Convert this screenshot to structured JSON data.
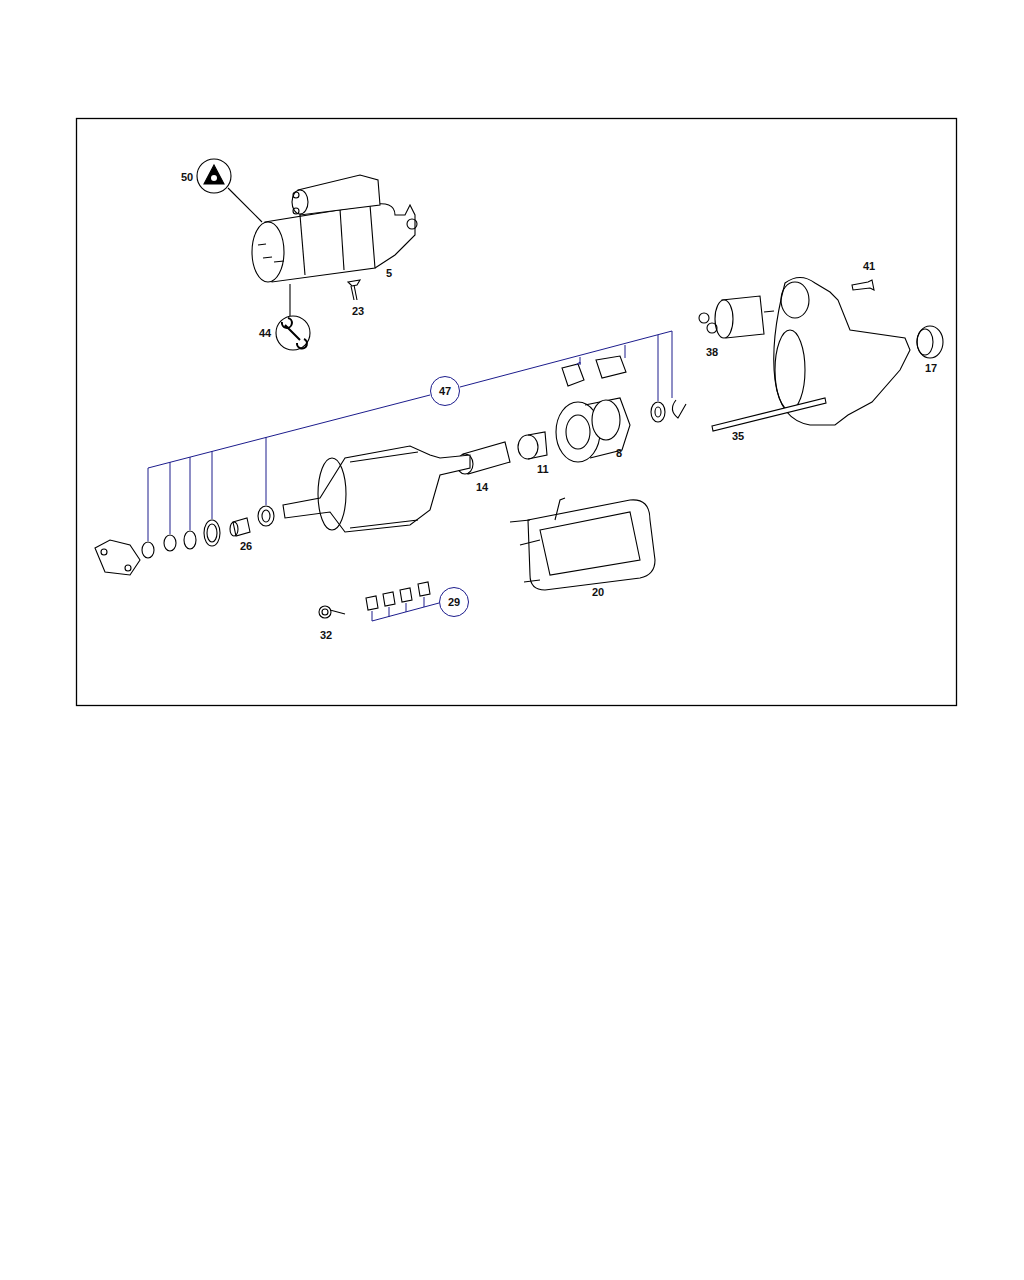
{
  "diagram": {
    "nodes": [
      {
        "text": [
          "47"
        ]
      },
      {
        "text": [
          "29"
        ]
      }
    ],
    "labels": [
      "50",
      "5",
      "44",
      "23",
      "41",
      "38",
      "17",
      "35",
      "8",
      "11",
      "14",
      "26",
      "20",
      "32"
    ]
  }
}
